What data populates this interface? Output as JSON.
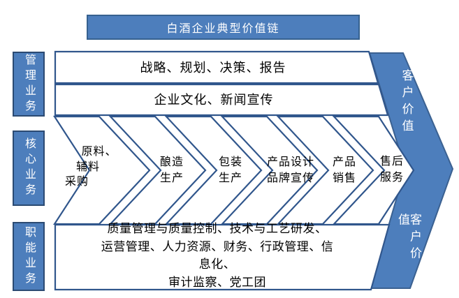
{
  "title": "白酒企业典型价值链",
  "sidebar": {
    "management": "管理业务",
    "core": "核心业务",
    "functional": "职能业务"
  },
  "management_rows": {
    "row1": "战略、规划、决策、报告",
    "row2": "企业文化、新闻宣传"
  },
  "chain": {
    "step1": {
      "line1": "原料、",
      "line2": "辅料",
      "line3": "采购"
    },
    "step2": "酿造\n生产",
    "step3": "包装\n生产",
    "step4": "产品设计\n品牌宣传",
    "step5": "产品\n销售",
    "step6": "售后\n服务"
  },
  "functional_row": "质量管理与质量控制、技术与工艺研发、\n运营管理、人力资源、财务、行政管理、信息化、\n审计监察、党工团",
  "customer_value": {
    "top": "客户价值",
    "bottom": "客户价值"
  },
  "colors": {
    "shape_fill_blue": "#4d7ebc",
    "arrow_border": "#3b6191",
    "white_shape_border": "#30568c",
    "side_box_border": "#2b4a72",
    "title_border": "#36618f",
    "text_dark": "#000000",
    "text_light": "#ffffff",
    "background": "#ffffff"
  }
}
